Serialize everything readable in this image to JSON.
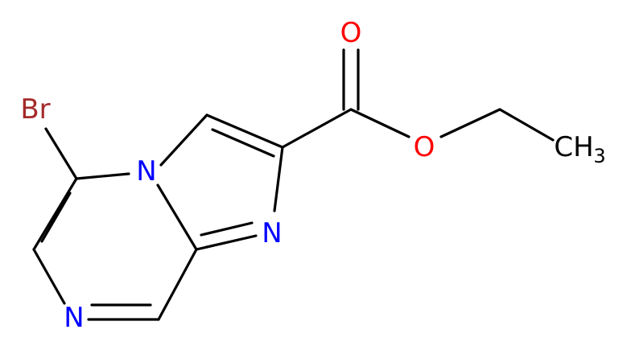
{
  "molecule": {
    "atoms": {
      "bromine": {
        "text": "Br",
        "color": "#a52a2a"
      },
      "nitrogen_bridge": {
        "text": "N",
        "color": "#0000ff"
      },
      "nitrogen_imidazole": {
        "text": "N",
        "color": "#0000ff"
      },
      "nitrogen_pyrazine": {
        "text": "N",
        "color": "#0000ff"
      },
      "oxygen_carbonyl": {
        "text": "O",
        "color": "#ff0000"
      },
      "oxygen_ester": {
        "text": "O",
        "color": "#ff0000"
      },
      "methyl": {
        "text": "CH",
        "subscript": "3",
        "color": "#000000"
      }
    },
    "bond_color": "#000000"
  }
}
